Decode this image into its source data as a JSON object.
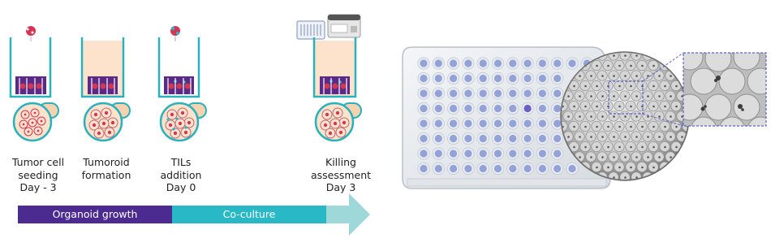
{
  "steps": [
    {
      "line1": "Tumor cell",
      "line2": "seeding",
      "line3": "Day - 3"
    },
    {
      "line1": "Tumoroid",
      "line2": "formation",
      "line3": ""
    },
    {
      "line1": "TILs",
      "line2": "addition",
      "line3": "Day 0"
    },
    {
      "line1": "Killing",
      "line2": "assessment",
      "line3": "Day 3"
    }
  ],
  "timeline": {
    "phase1": "Organoid growth",
    "phase2": "Co-culture"
  },
  "colors": {
    "well_outline": "#2bb1bd",
    "medium": "#fde3cc",
    "matrix": "#5c2a84",
    "cells": "#d23755",
    "phase1": "#4b2b8f",
    "phase2": "#29b8c6",
    "arrow_tail": "#9fd8d8"
  }
}
